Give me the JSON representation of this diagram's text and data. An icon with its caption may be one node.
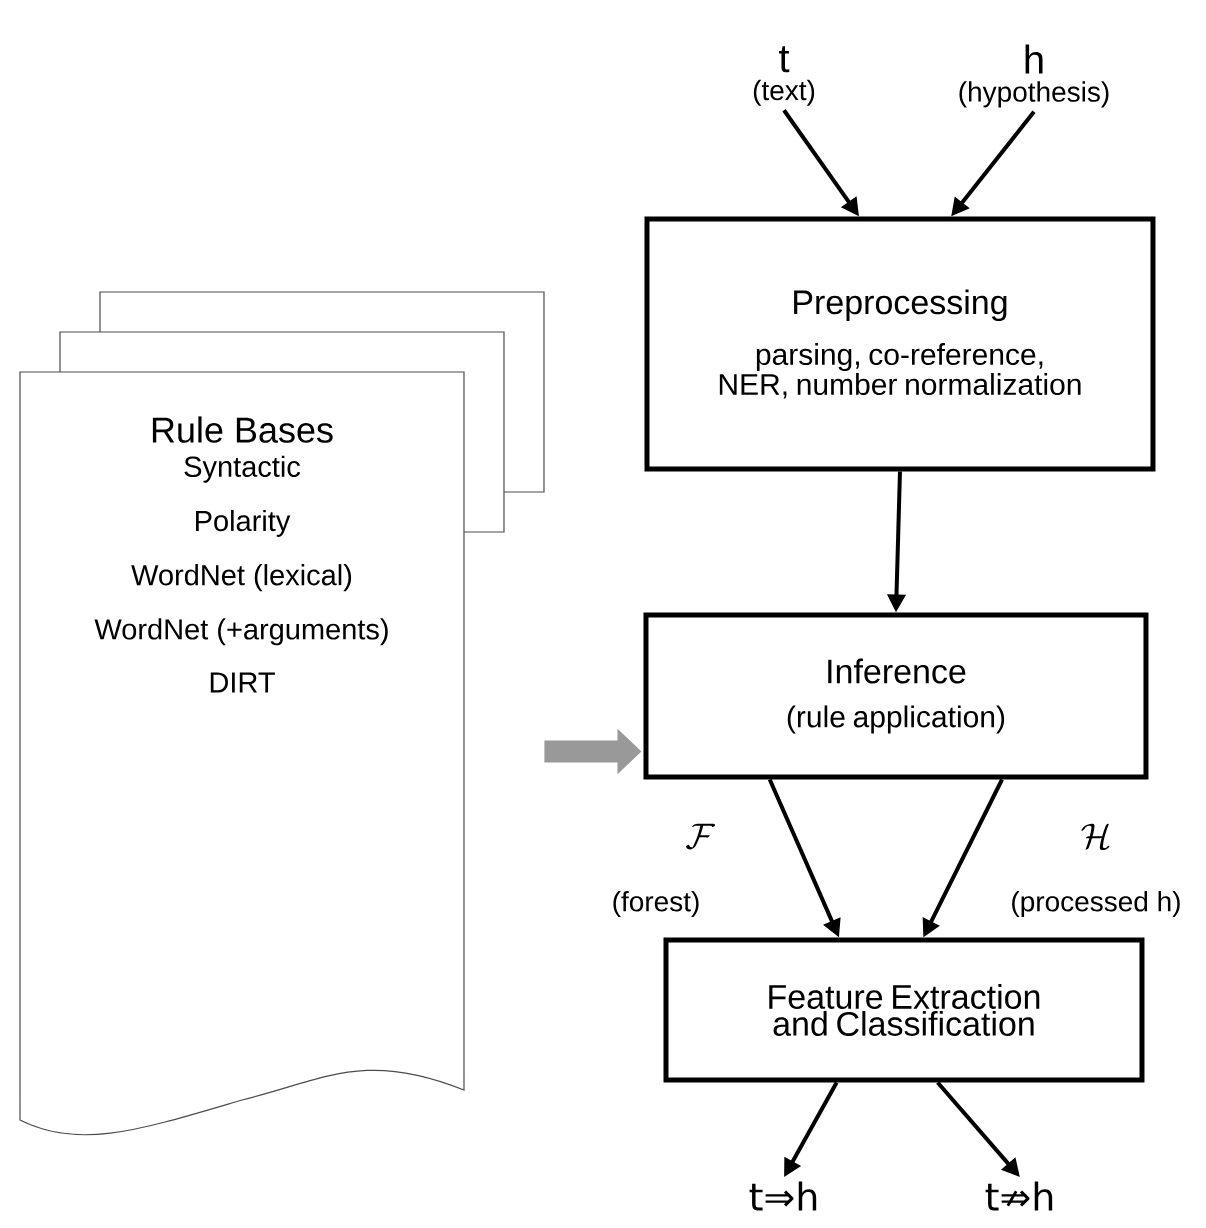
{
  "diagram": {
    "nodes": [
      {
        "text": [
          "t",
          "(text)"
        ]
      },
      {
        "text": [
          "h",
          "(hypothesis)"
        ]
      },
      {
        "text": [
          "Preprocessing",
          "parsing, co-reference, NER, number normalization"
        ]
      },
      {
        "text": [
          "Rule Bases",
          "Syntactic",
          "Polarity",
          "WordNet (lexical)",
          "WordNet (+arguments)",
          "DIRT"
        ]
      },
      {
        "text": [
          "Inference",
          "(rule application)"
        ]
      },
      {
        "text": [
          "Feature Extraction and Classification"
        ]
      },
      {
        "text": [
          "t⇒h"
        ]
      },
      {
        "text": [
          "t⇏h"
        ]
      }
    ],
    "edges": [
      {
        "from": 0,
        "to": 2,
        "arrow": "to"
      },
      {
        "from": 1,
        "to": 2,
        "arrow": "to"
      },
      {
        "from": 2,
        "to": 4,
        "arrow": "to"
      },
      {
        "from": 3,
        "to": 4,
        "arrow": "to",
        "style": "thick",
        "color": "#999999"
      },
      {
        "from": 4,
        "to": 5,
        "arrow": "to",
        "label": "(forest)"
      },
      {
        "from": 4,
        "to": 5,
        "arrow": "to",
        "label": "(processed h)"
      },
      {
        "from": 5,
        "to": 6,
        "arrow": "to"
      },
      {
        "from": 5,
        "to": 7,
        "arrow": "to"
      }
    ],
    "labels": [
      "\\mathcal{F}",
      "\\mathcal{H}"
    ]
  }
}
